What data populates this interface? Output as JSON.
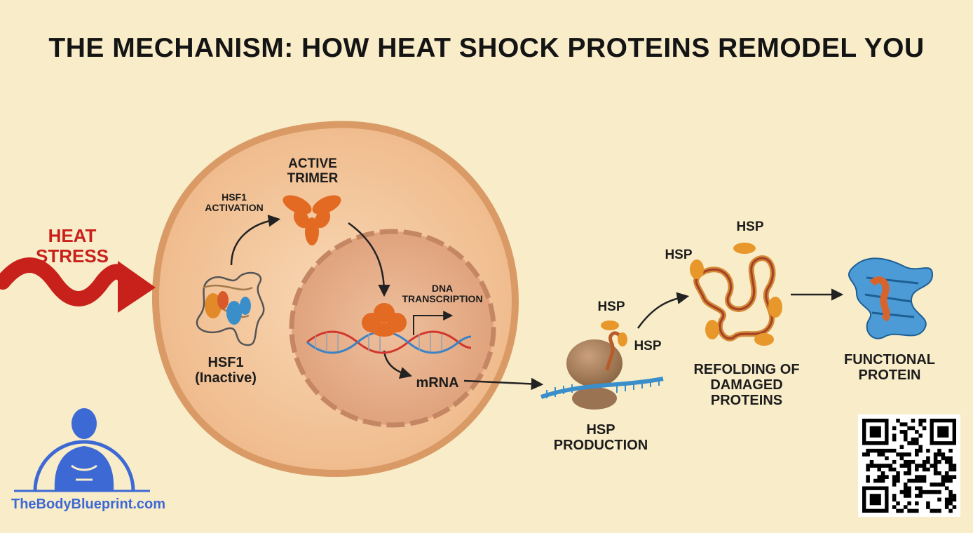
{
  "title": "THE MECHANISM: HOW HEAT SHOCK PROTEINS REMODEL YOU",
  "heat_stress": {
    "line1": "HEAT",
    "line2": "STRESS"
  },
  "hsf1_activation": {
    "line1": "HSF1",
    "line2": "ACTIVATION"
  },
  "active_trimer": {
    "line1": "ACTIVE",
    "line2": "TRIMER"
  },
  "hsf1_inactive": {
    "line1": "HSF1",
    "line2": "(Inactive)"
  },
  "dna_transcription": {
    "line1": "DNA",
    "line2": "TRANSCRIPTION"
  },
  "mrna": "mRNA",
  "hsp_label": "HSP",
  "hsp_production": {
    "line1": "HSP",
    "line2": "PRODUCTION"
  },
  "refolding": {
    "line1": "REFOLDING OF",
    "line2": "DAMAGED",
    "line3": "PROTEINS"
  },
  "functional_protein": {
    "line1": "FUNCTIONAL",
    "line2": "PROTEIN"
  },
  "brand": {
    "website": "TheBodyBlueprint.com"
  },
  "colors": {
    "background": "#f8ecc9",
    "cell": "#f2c49a",
    "cell_border": "#d99a66",
    "nucleus": "#e6ab84",
    "heat_red": "#c8211b",
    "hsp_orange": "#e58a2a",
    "protein_blue": "#3a8fcb",
    "brand_blue": "#3d69d4"
  },
  "icons": [
    "heat-wave-arrow-icon",
    "qr-code-icon",
    "bodybuilder-logo-icon"
  ]
}
